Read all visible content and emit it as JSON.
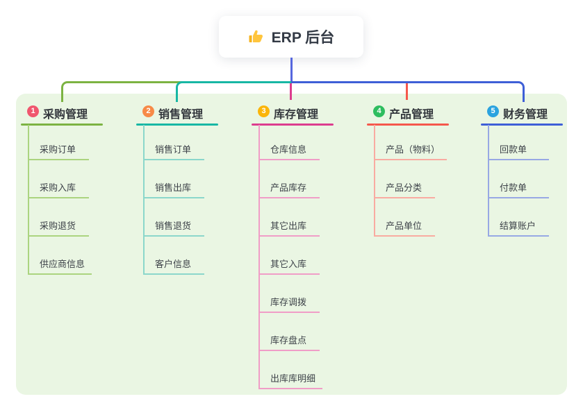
{
  "root": {
    "label": "ERP 后台",
    "icon": "thumbs-up-icon"
  },
  "colors": {
    "background": "#FFFFFF",
    "panel_bg": "#EAF6E3",
    "card_bg": "#FFFFFF",
    "root_line": "#5667DE",
    "title_text": "#33373D",
    "child_text": "#3D4249",
    "thumb_icon": "#FFC53D"
  },
  "branches": [
    {
      "badge": "1",
      "label": "采购管理",
      "badge_color": "#F0566E",
      "line_color": "#7CB342",
      "child_line_color": "#ABD47F",
      "children": [
        "采购订单",
        "采购入库",
        "采购退货",
        "供应商信息"
      ]
    },
    {
      "badge": "2",
      "label": "销售管理",
      "badge_color": "#F78A47",
      "line_color": "#18B7A4",
      "child_line_color": "#8BD7CB",
      "children": [
        "销售订单",
        "销售出库",
        "销售退货",
        "客户信息"
      ]
    },
    {
      "badge": "3",
      "label": "库存管理",
      "badge_color": "#FBB509",
      "line_color": "#DC3C8E",
      "child_line_color": "#F09DC7",
      "children": [
        "仓库信息",
        "产品库存",
        "其它出库",
        "其它入库",
        "库存调拨",
        "库存盘点",
        "出库库明细"
      ]
    },
    {
      "badge": "4",
      "label": "产品管理",
      "badge_color": "#2EBD5F",
      "line_color": "#F5584C",
      "child_line_color": "#F9ABA1",
      "children": [
        "产品（物料）",
        "产品分类",
        "产品单位"
      ]
    },
    {
      "badge": "5",
      "label": "财务管理",
      "badge_color": "#2BA3DF",
      "line_color": "#3E5FD7",
      "child_line_color": "#97A8E4",
      "children": [
        "回款单",
        "付款单",
        "结算账户"
      ]
    }
  ]
}
